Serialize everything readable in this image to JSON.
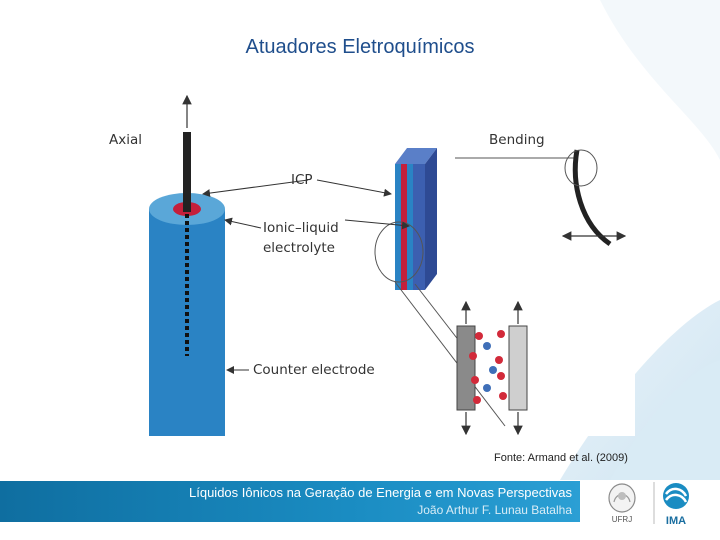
{
  "slide": {
    "title": "Atuadores Eletroquímicos"
  },
  "figure": {
    "labels": {
      "axial": "Axial",
      "bending": "Bending",
      "icp": "ICP",
      "ionic_liquid_line1": "Ionic–liquid",
      "ionic_liquid_line2": "electrolyte",
      "counter_electrode": "Counter electrode"
    },
    "colors": {
      "cylinder": "#2a83c4",
      "icp": "#c41f3b",
      "plate_blue": "#3c5fb0",
      "ion_red": "#d22a3a",
      "ion_blue": "#3f6fb8"
    }
  },
  "source": "Fonte: Armand et al. (2009)",
  "footer": {
    "title": "Líquidos Iônicos na Geração de Energia e em Novas Perspectivas",
    "author": "João Arthur F. Lunau Batalha",
    "logo_left": "UFRJ",
    "logo_right": "IMA"
  }
}
